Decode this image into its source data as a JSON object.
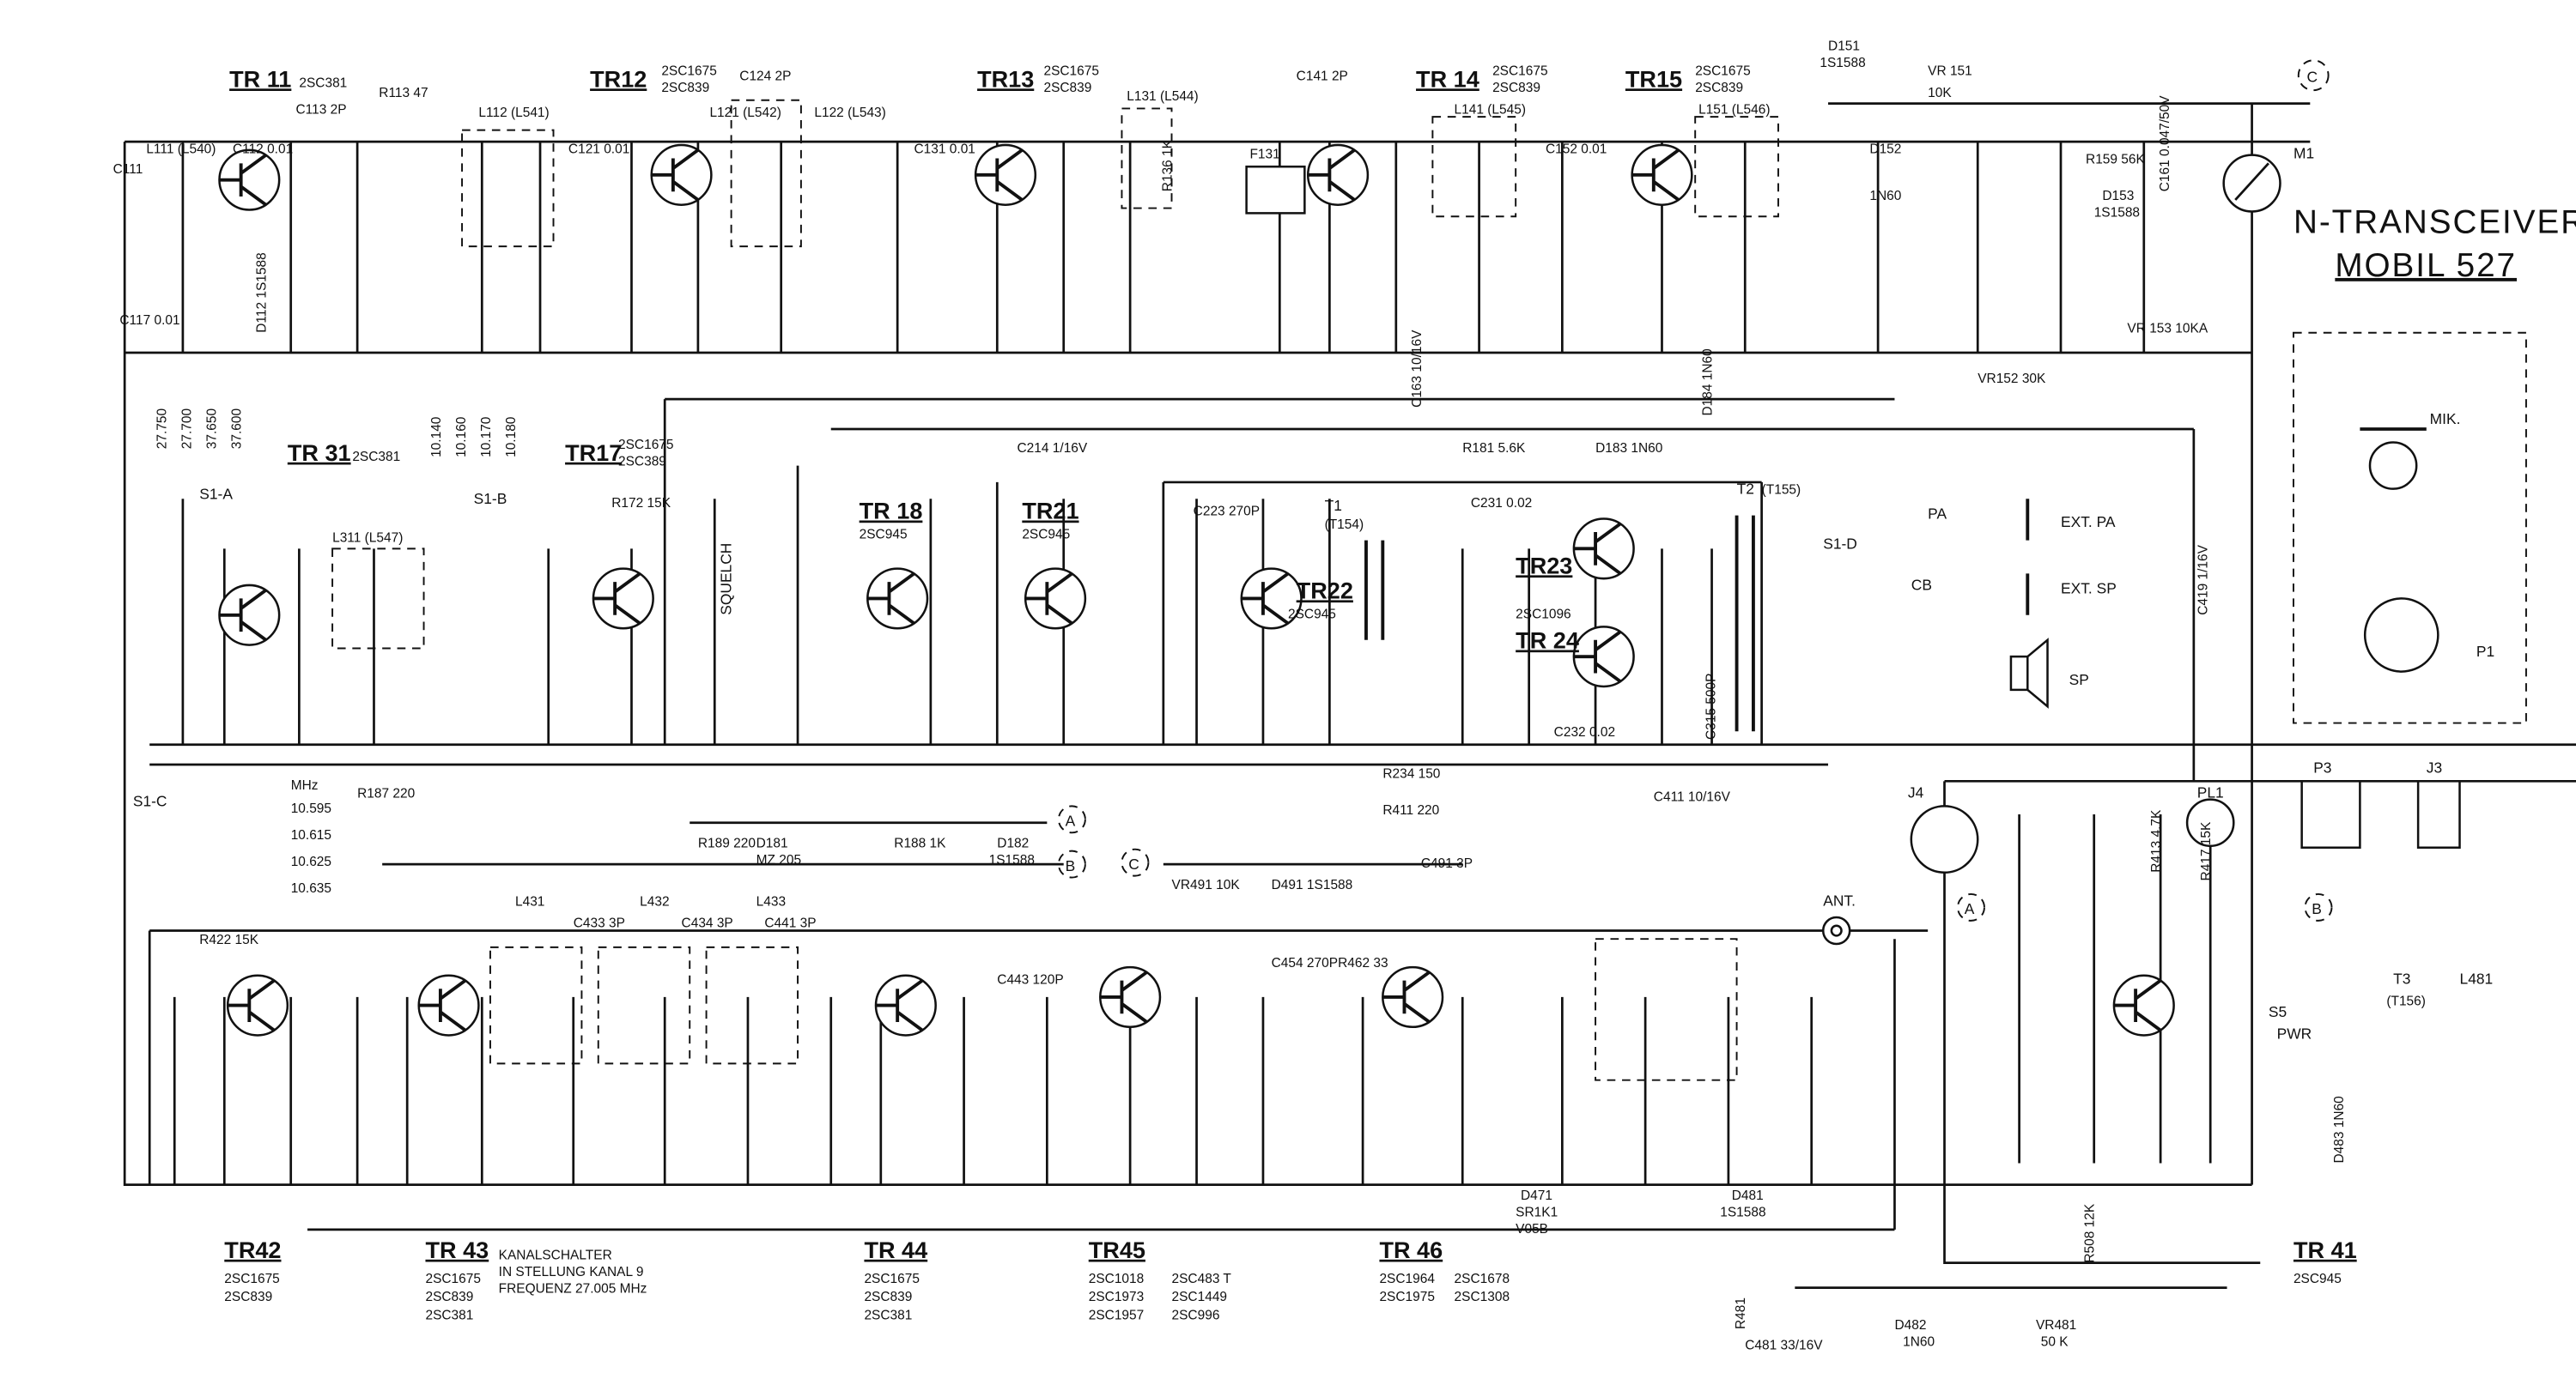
{
  "title": {
    "line1": "N-TRANSCEIVER",
    "line2": "MOBIL 527"
  },
  "transistors": [
    {
      "name": "TR 11",
      "parts": [
        "2SC381"
      ]
    },
    {
      "name": "TR12",
      "parts": [
        "2SC1675",
        "2SC839"
      ]
    },
    {
      "name": "TR13",
      "parts": [
        "2SC1675",
        "2SC839"
      ]
    },
    {
      "name": "TR 14",
      "parts": [
        "2SC1675",
        "2SC839"
      ]
    },
    {
      "name": "TR15",
      "parts": [
        "2SC1675",
        "2SC839"
      ]
    },
    {
      "name": "TR 31",
      "parts": [
        "2SC381"
      ]
    },
    {
      "name": "TR17",
      "parts": [
        "2SC1675",
        "2SC389"
      ]
    },
    {
      "name": "TR 18",
      "parts": [
        "2SC945"
      ]
    },
    {
      "name": "TR21",
      "parts": [
        "2SC945"
      ]
    },
    {
      "name": "TR22",
      "parts": [
        "2SC945"
      ]
    },
    {
      "name": "TR23",
      "parts": [
        "2SC1096"
      ]
    },
    {
      "name": "TR 24",
      "parts": []
    },
    {
      "name": "TR42",
      "parts": [
        "2SC1675",
        "2SC839"
      ]
    },
    {
      "name": "TR 43",
      "parts": [
        "2SC1675",
        "2SC839",
        "2SC381"
      ]
    },
    {
      "name": "TR 44",
      "parts": [
        "2SC1675",
        "2SC839",
        "2SC381"
      ]
    },
    {
      "name": "TR45",
      "parts": [
        "2SC1018",
        "2SC1973",
        "2SC1957",
        "2SC483 T",
        "2SC1449",
        "2SC996"
      ]
    },
    {
      "name": "TR 46",
      "parts": [
        "2SC1964",
        "2SC1678",
        "2SC1975",
        "2SC1308"
      ]
    },
    {
      "name": "TR 41",
      "parts": [
        "2SC945"
      ]
    }
  ],
  "note": {
    "line1": "KANALSCHALTER",
    "line2": "IN STELLUNG KANAL 9",
    "line3": "FREQUENZ 27.005 MHz"
  },
  "labels": {
    "squelch": "SQUELCH",
    "ant": "ANT.",
    "pwr": "PWR",
    "s5": "S5",
    "ext_pa": "EXT. PA",
    "ext_sp": "EXT. SP",
    "sp": "SP",
    "pa": "PA",
    "cb": "CB",
    "s1d": "S1-D",
    "s1a": "S1-A",
    "s1b": "S1-B",
    "s1c": "S1-C",
    "mik": "MIK.",
    "p1": "P1",
    "m1": "M1",
    "j3": "J3",
    "j4": "J4",
    "p3": "P3",
    "pl1": "PL1",
    "t1": "T1",
    "t1sub": "(T154)",
    "t2": "T2",
    "t2sub": "(T155)",
    "t3": "T3",
    "t3sub": "(T156)",
    "l481": "L481",
    "mhz": "MHz"
  },
  "connectors": {
    "a": "A",
    "b": "B",
    "c": "C"
  },
  "crystals_s1c": [
    "10.595",
    "10.615",
    "10.625",
    "10.635"
  ],
  "crystals_s1a": [
    "27.750",
    "27.700",
    "37.650",
    "37.600"
  ],
  "crystals_s1b": [
    "10.140",
    "10.160",
    "10.170",
    "10.180"
  ],
  "components": {
    "r113": "R113 47",
    "c113": "C113 2P",
    "l111": "L111 (L540)",
    "c111": "C111",
    "c112": "C112 0.01",
    "l112": "L112 (L541)",
    "c121": "C121 0.01",
    "c124": "C124 2P",
    "l121": "L121 (L542)",
    "l122": "L122 (L543)",
    "c131": "C131 0.01",
    "l131": "L131 (L544)",
    "f131": "F131",
    "r136": "R136 1K",
    "c141": "C141 2P",
    "l141": "L141 (L545)",
    "c152": "C152 0.01",
    "l151": "L151 (L546)",
    "d151": "D151",
    "d151p": "1S1588",
    "vr151": "VR 151",
    "vr151v": "10K",
    "d152": "D152",
    "d152p": "1N60",
    "r159": "R159 56K",
    "c161": "C161 0.047/50V",
    "d153": "D153",
    "d153p": "1S1588",
    "vr152": "VR152 30K",
    "vr153": "VR 153 10KA",
    "c117": "C117 0.01",
    "d112": "D112 1S1588",
    "c163": "C163 10/16V",
    "r181": "R181 5.6K",
    "d183": "D183 1N60",
    "d184": "D184 1N60",
    "c214": "C214 1/16V",
    "c223": "C223 270P",
    "c231": "C231 0.02",
    "c232": "C232 0.02",
    "c315": "C315 500P",
    "c419": "C419 1/16V",
    "c411": "C411 10/16V",
    "r234": "R234 150",
    "r411": "R411 220",
    "r172": "R172 15K",
    "r187": "R187 220",
    "l311": "L311 (L547)",
    "r189": "R189 220",
    "d181": "D181",
    "d181p": "MZ 205",
    "r188": "R188 1K",
    "d182": "D182",
    "d182p": "1S1588",
    "vr491": "VR491 10K",
    "d491": "D491 1S1588",
    "c491": "C491 3P",
    "r422": "R422 15K",
    "l431": "L431",
    "l432": "L432",
    "l433": "L433",
    "c433": "C433 3P",
    "c434": "C434 3P",
    "c441": "C441 3P",
    "c443": "C443 120P",
    "c454": "C454 270P",
    "r462": "R462 33",
    "d471": "D471",
    "d471p": "SR1K1",
    "d471v": "V05B",
    "d481": "D481",
    "d481p": "1S1588",
    "r481": "R481",
    "c481": "C481 33/16V",
    "d482": "D482",
    "d482p": "1N60",
    "vr481": "VR481",
    "vr481v": "50 K",
    "r417": "R417 15K",
    "r413": "R413 4.7K",
    "r508": "R508 12K",
    "d483": "D483 1N60"
  }
}
